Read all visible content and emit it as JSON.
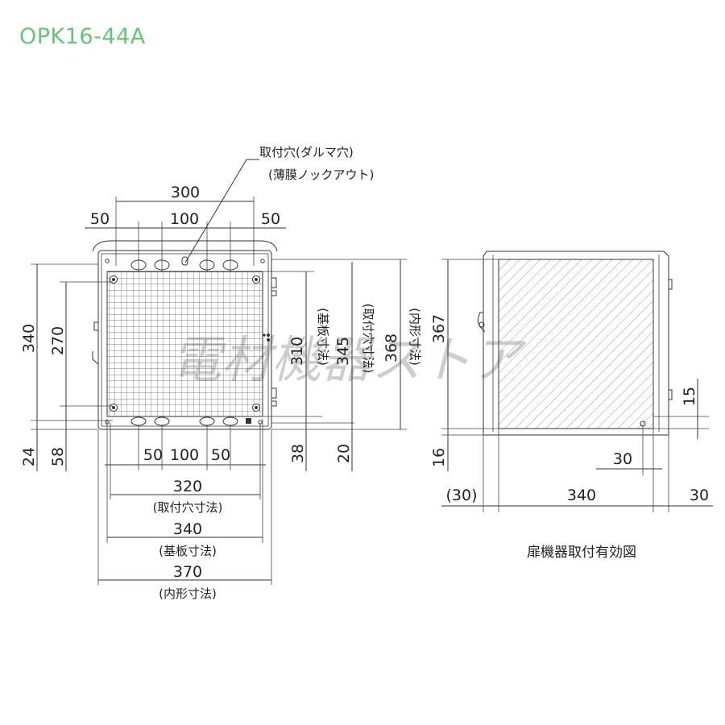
{
  "model": "OPK16-44A",
  "watermark": "電材機器ストア",
  "callout": {
    "line1": "取付穴(ダルマ穴)",
    "line2": "(薄膜ノックアウト)"
  },
  "front": {
    "top_dims": {
      "total": "300",
      "left": "50",
      "center": "100",
      "right": "50"
    },
    "left_dims": {
      "d340": "340",
      "d270": "270",
      "d24": "24",
      "d58": "58"
    },
    "right_dims": {
      "d310": "310",
      "d310_note": "(基板寸法)",
      "d345": "345",
      "d345_note": "(取付穴寸法)",
      "d368": "368",
      "d368_note": "(内形寸法)",
      "d38": "38",
      "d20": "20"
    },
    "bottom_dims": {
      "b50a": "50",
      "b100": "100",
      "b50b": "50",
      "d320": "320",
      "d320_note": "(取付穴寸法)",
      "d340": "340",
      "d340_note": "(基板寸法)",
      "d370": "370",
      "d370_note": "(内形寸法)"
    }
  },
  "side": {
    "d367": "367",
    "d15": "15",
    "d16": "16",
    "d30": "30",
    "bottom_left": "(30)",
    "bottom_mid": "340",
    "bottom_right": "30",
    "caption": "扉機器取付有効図"
  },
  "colors": {
    "title": "#67c27a",
    "watermark": "#5cb85c",
    "line": "#333333",
    "hatch": "#9a9a9a"
  }
}
